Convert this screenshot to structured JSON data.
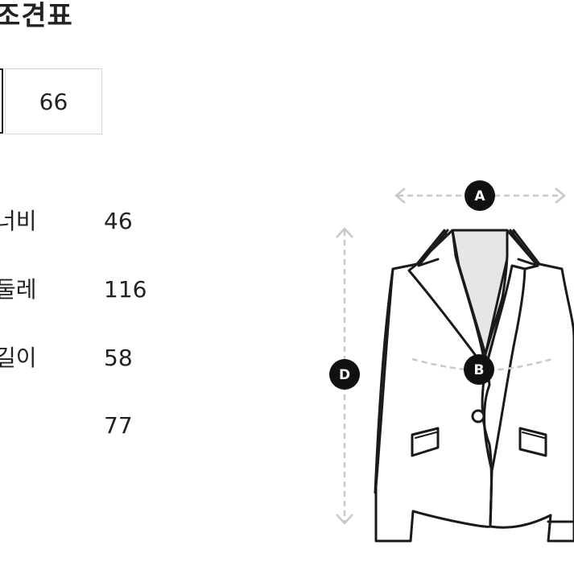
{
  "header": {
    "title": "조견표"
  },
  "size_selector": {
    "selected_size": "66"
  },
  "measurements": [
    {
      "label": "너비",
      "value": "46"
    },
    {
      "label": "둘레",
      "value": "116"
    },
    {
      "label": "길이",
      "value": "58"
    },
    {
      "label": "",
      "value": "77"
    }
  ],
  "diagram": {
    "garment": "jacket",
    "markers": [
      {
        "letter": "A"
      },
      {
        "letter": "B"
      },
      {
        "letter": "D"
      }
    ],
    "colors": {
      "outline": "#1a1a1a",
      "dashed_guides": "#c8c8c8",
      "inner_fill": "#e6e6e6",
      "marker_fill": "#111111"
    }
  }
}
